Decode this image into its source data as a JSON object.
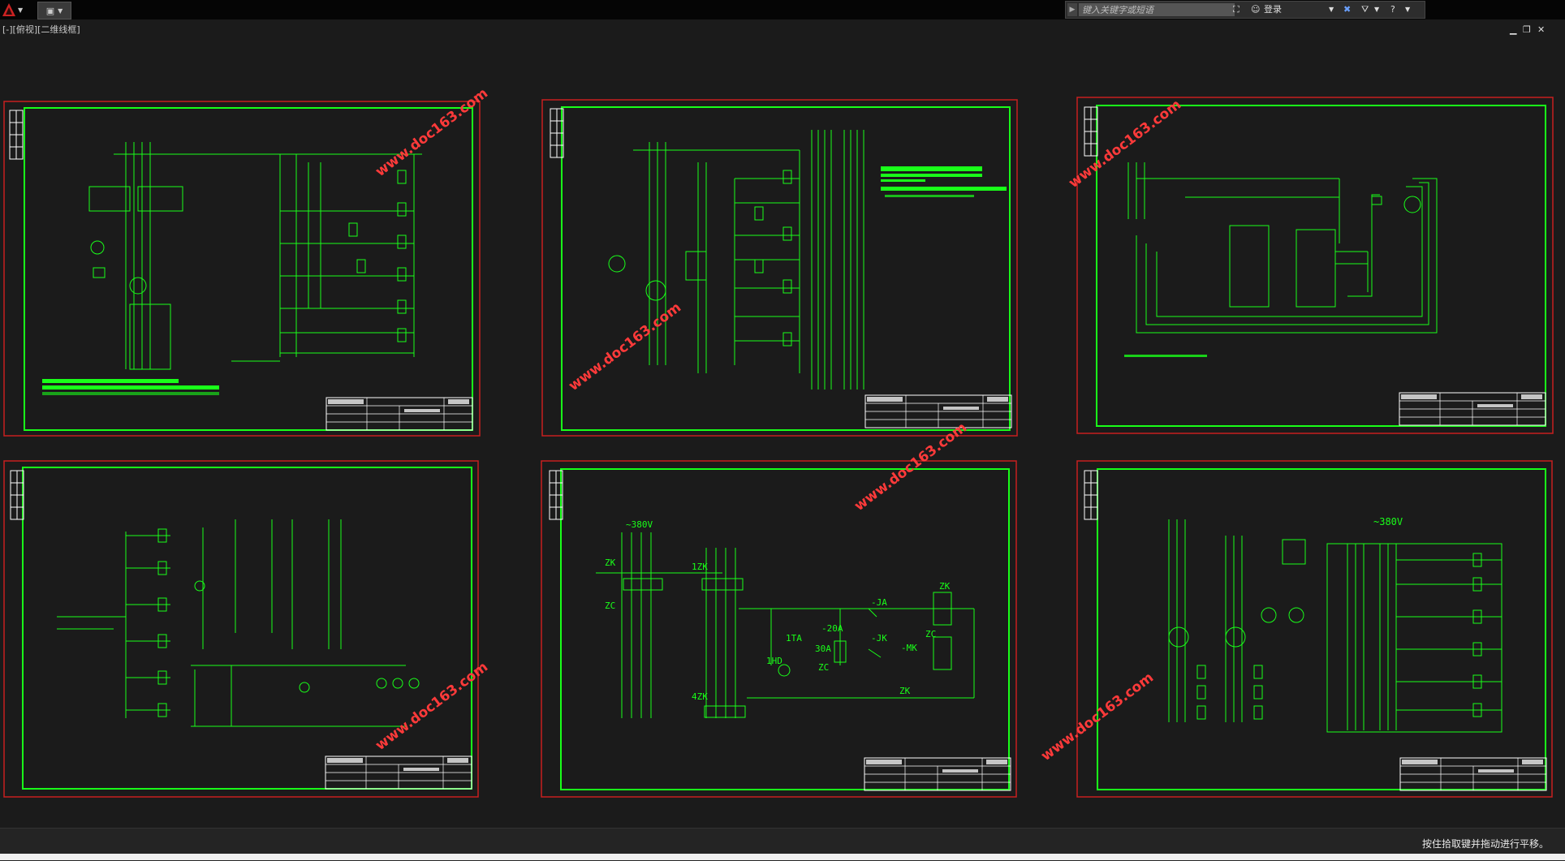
{
  "toolbar": {
    "search_placeholder": "键入关键字或短语",
    "login_label": "登录"
  },
  "viewport": {
    "label": "[-][俯视][二维线框]"
  },
  "drawings": {
    "watermark": "www.doc163.com",
    "sheet1": {
      "voltage": ""
    },
    "sheet5": {
      "voltage": "~380V",
      "labels": [
        "ZK",
        "ZC",
        "1ZK",
        "4ZK",
        "1TA",
        "-20A",
        "30A",
        "ZC",
        "1HD",
        "-JA",
        "-JK",
        "-MK",
        "ZK",
        "ZC",
        "ZK"
      ]
    },
    "sheet6": {
      "voltage": "~380V"
    }
  },
  "status": {
    "message": "按住拾取键并拖动进行平移。"
  },
  "colors": {
    "background": "#1b1b1b",
    "drawing_line": "#19ff19",
    "frame_red": "#c82020",
    "watermark": "#ff3a3a"
  }
}
